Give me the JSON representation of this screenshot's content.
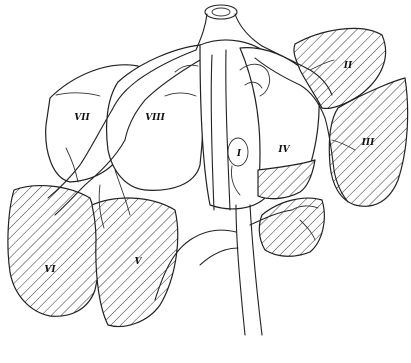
{
  "figure": {
    "segment_labels": {
      "I": "I",
      "II": "II",
      "III": "III",
      "IV": "IV",
      "V": "V",
      "VI": "VI",
      "VII": "VII",
      "VIII": "VIII"
    },
    "hatched_segments": [
      "II",
      "III",
      "IV",
      "V",
      "VI"
    ],
    "unhatched_segments": [
      "I",
      "VII",
      "VIII"
    ]
  }
}
